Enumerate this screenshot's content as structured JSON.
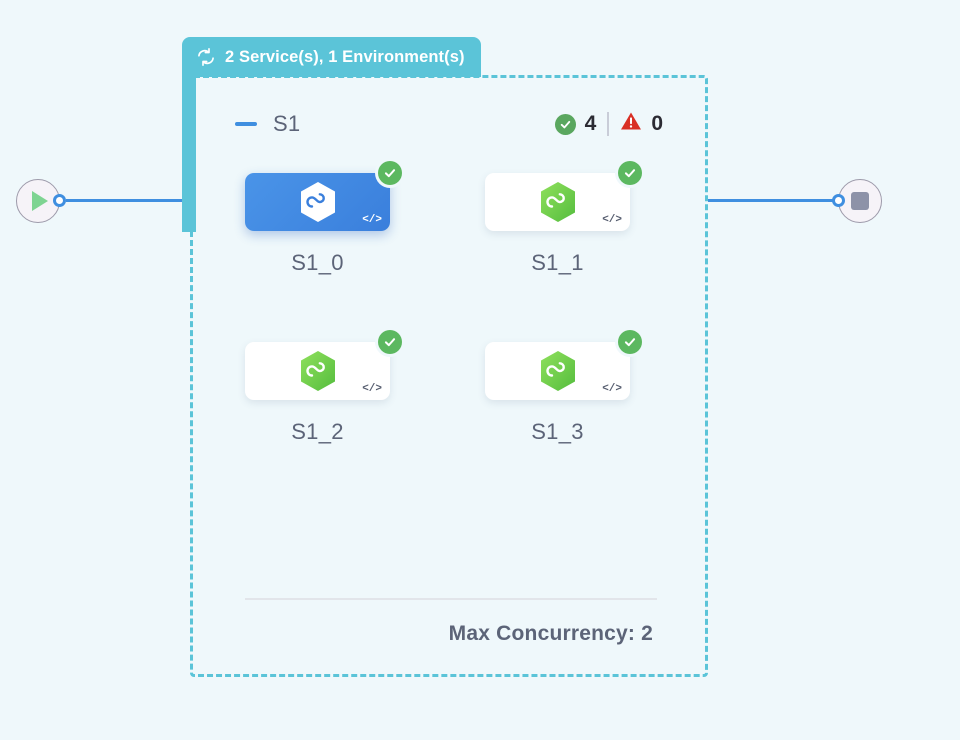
{
  "canvas": {
    "background_color": "#eff8fb"
  },
  "start_node": {
    "icon": "play-icon",
    "icon_color": "#7ed492"
  },
  "end_node": {
    "icon": "stop-icon",
    "icon_color": "#8d92a8"
  },
  "group": {
    "tab": {
      "icon": "loop-refresh-icon",
      "label": "2 Service(s), 1 Environment(s)",
      "background_color": "#5bc4d8",
      "text_color": "#ffffff"
    },
    "border_color": "#5bc4d8",
    "collapse_icon": "minus-icon",
    "title": "S1",
    "status": {
      "success_icon": "check-circle-icon",
      "success_count": "4",
      "warning_icon": "warning-triangle-icon",
      "warning_count": "0",
      "success_color": "#5aa75f",
      "warning_color": "#d93025"
    },
    "footer": {
      "concurrency_label": "Max Concurrency: 2"
    }
  },
  "nodes": [
    {
      "id": "S1_0",
      "label": "S1_0",
      "selected": true,
      "status": "success",
      "status_icon": "check-circle-icon",
      "type_icon": "hexagon-loop-icon",
      "code_badge": "</>",
      "accent_color": "#3a7fdc"
    },
    {
      "id": "S1_1",
      "label": "S1_1",
      "selected": false,
      "status": "success",
      "status_icon": "check-circle-icon",
      "type_icon": "hexagon-loop-icon",
      "code_badge": "</>",
      "accent_color": "#6ece4a"
    },
    {
      "id": "S1_2",
      "label": "S1_2",
      "selected": false,
      "status": "success",
      "status_icon": "check-circle-icon",
      "type_icon": "hexagon-loop-icon",
      "code_badge": "</>",
      "accent_color": "#6ece4a"
    },
    {
      "id": "S1_3",
      "label": "S1_3",
      "selected": false,
      "status": "success",
      "status_icon": "check-circle-icon",
      "type_icon": "hexagon-loop-icon",
      "code_badge": "</>",
      "accent_color": "#6ece4a"
    }
  ]
}
